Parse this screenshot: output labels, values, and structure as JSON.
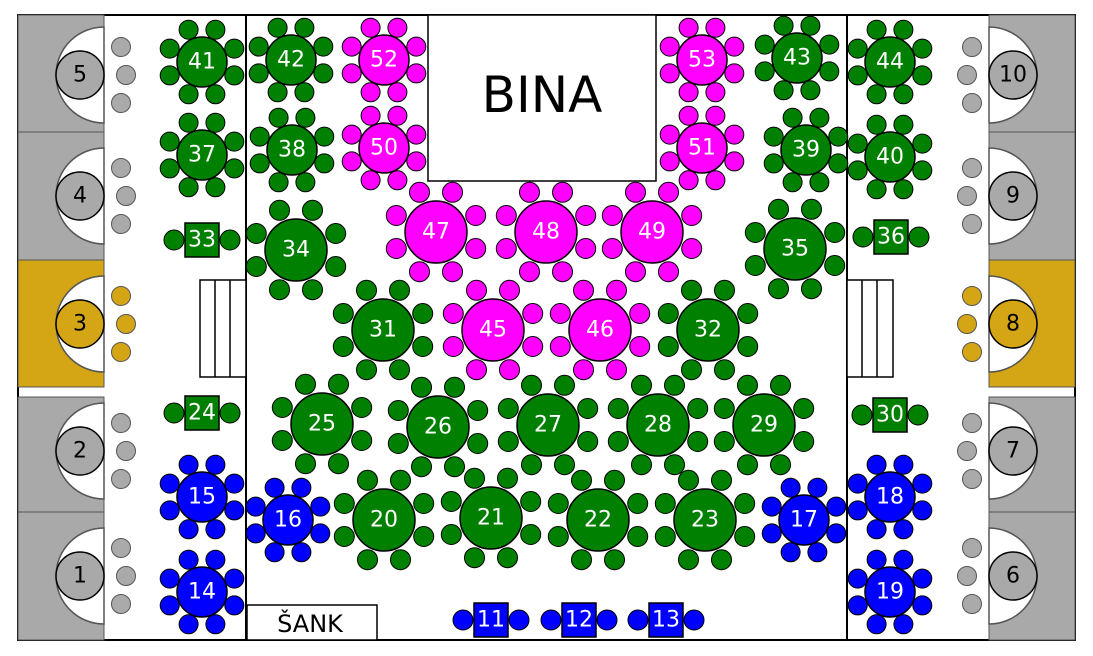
{
  "stage": {
    "label": "BINA"
  },
  "bar": {
    "label": "ŠANK"
  },
  "colors": {
    "green": "#008000",
    "magenta": "#ff00ff",
    "blue": "#0000ff",
    "gold": "#d4a514",
    "grey": "#aaaaaa",
    "booth_grey": "#a9a9a9"
  },
  "booths": [
    {
      "number": "1"
    },
    {
      "number": "2"
    },
    {
      "number": "3"
    },
    {
      "number": "4"
    },
    {
      "number": "5"
    },
    {
      "number": "6"
    },
    {
      "number": "7"
    },
    {
      "number": "8"
    },
    {
      "number": "9"
    },
    {
      "number": "10"
    }
  ],
  "round_tables": [
    {
      "number": "14"
    },
    {
      "number": "15"
    },
    {
      "number": "16"
    },
    {
      "number": "17"
    },
    {
      "number": "18"
    },
    {
      "number": "19"
    },
    {
      "number": "20"
    },
    {
      "number": "21"
    },
    {
      "number": "22"
    },
    {
      "number": "23"
    },
    {
      "number": "25"
    },
    {
      "number": "26"
    },
    {
      "number": "27"
    },
    {
      "number": "28"
    },
    {
      "number": "29"
    },
    {
      "number": "31"
    },
    {
      "number": "32"
    },
    {
      "number": "34"
    },
    {
      "number": "35"
    },
    {
      "number": "37"
    },
    {
      "number": "38"
    },
    {
      "number": "39"
    },
    {
      "number": "40"
    },
    {
      "number": "41"
    },
    {
      "number": "42"
    },
    {
      "number": "43"
    },
    {
      "number": "44"
    },
    {
      "number": "45"
    },
    {
      "number": "46"
    },
    {
      "number": "47"
    },
    {
      "number": "48"
    },
    {
      "number": "49"
    },
    {
      "number": "50"
    },
    {
      "number": "51"
    },
    {
      "number": "52"
    },
    {
      "number": "53"
    }
  ],
  "square_tables": [
    {
      "number": "11"
    },
    {
      "number": "12"
    },
    {
      "number": "13"
    },
    {
      "number": "24"
    },
    {
      "number": "30"
    },
    {
      "number": "33"
    },
    {
      "number": "36"
    }
  ]
}
